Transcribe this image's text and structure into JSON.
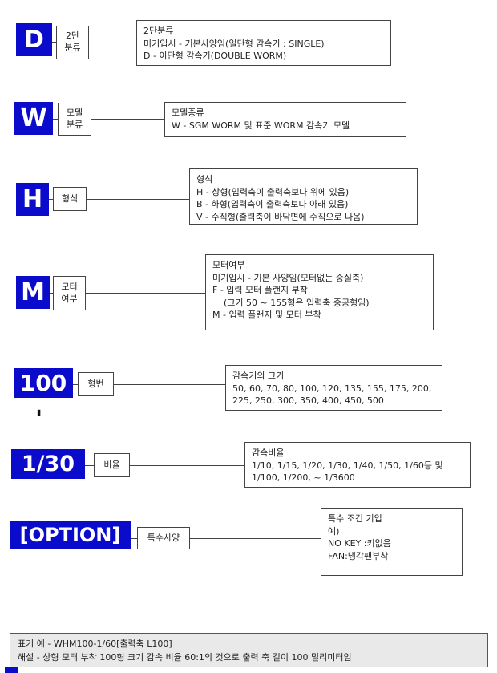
{
  "colors": {
    "accent_blue": "#0b0bcb",
    "footer_bg": "#e9e9e9"
  },
  "rows": [
    {
      "code": "D",
      "label": "2단\n분류",
      "desc": "2단분류\n미기입시 - 기본사양임(일단형 감속기 : SINGLE)\nD - 이단형 감속기(DOUBLE WORM)"
    },
    {
      "code": "W",
      "label": "모델\n분류",
      "desc": "모델종류\nW - SGM WORM 및 표준 WORM 감속기 모델"
    },
    {
      "code": "H",
      "label": "형식",
      "desc": "형식\nH - 상형(입력축이 출력축보다 위에 있음)\nB - 하형(입력축이 출력축보다 아래 있음)\nV - 수직형(출력축이 바닥면에 수직으로 나옴)"
    },
    {
      "code": "M",
      "label": "모터\n여부",
      "desc": "모터여부\n미기입시 - 기본 사양임(모터없는 중실축)\nF - 입력 모터 플랜지 부착\n    (크기 50 ~ 155형은 입력축 중공형임)\nM - 입력 플랜지 및 모터 부착"
    },
    {
      "code": "100",
      "label": "형번",
      "desc": "감속기의 크기\n50, 60, 70, 80, 100, 120, 135, 155, 175, 200,\n225, 250, 300, 350, 400, 450, 500"
    },
    {
      "code": "1/30",
      "label": "비율",
      "desc": "감속비율\n1/10, 1/15, 1/20, 1/30, 1/40, 1/50, 1/60등 및\n1/100, 1/200, ~ 1/3600"
    },
    {
      "code": "[OPTION]",
      "label": "특수사양",
      "desc": "특수 조건 기입\n예)\nNO KEY :키없음\nFAN:냉각팬부착"
    }
  ],
  "tick": "'",
  "footer": "표기 예 - WHM100-1/60[출력축 L100]\n해설 - 상형 모터 부착 100형 크기 감속 비율 60:1의 것으로 출력 축 길이 100 밀리미터임"
}
